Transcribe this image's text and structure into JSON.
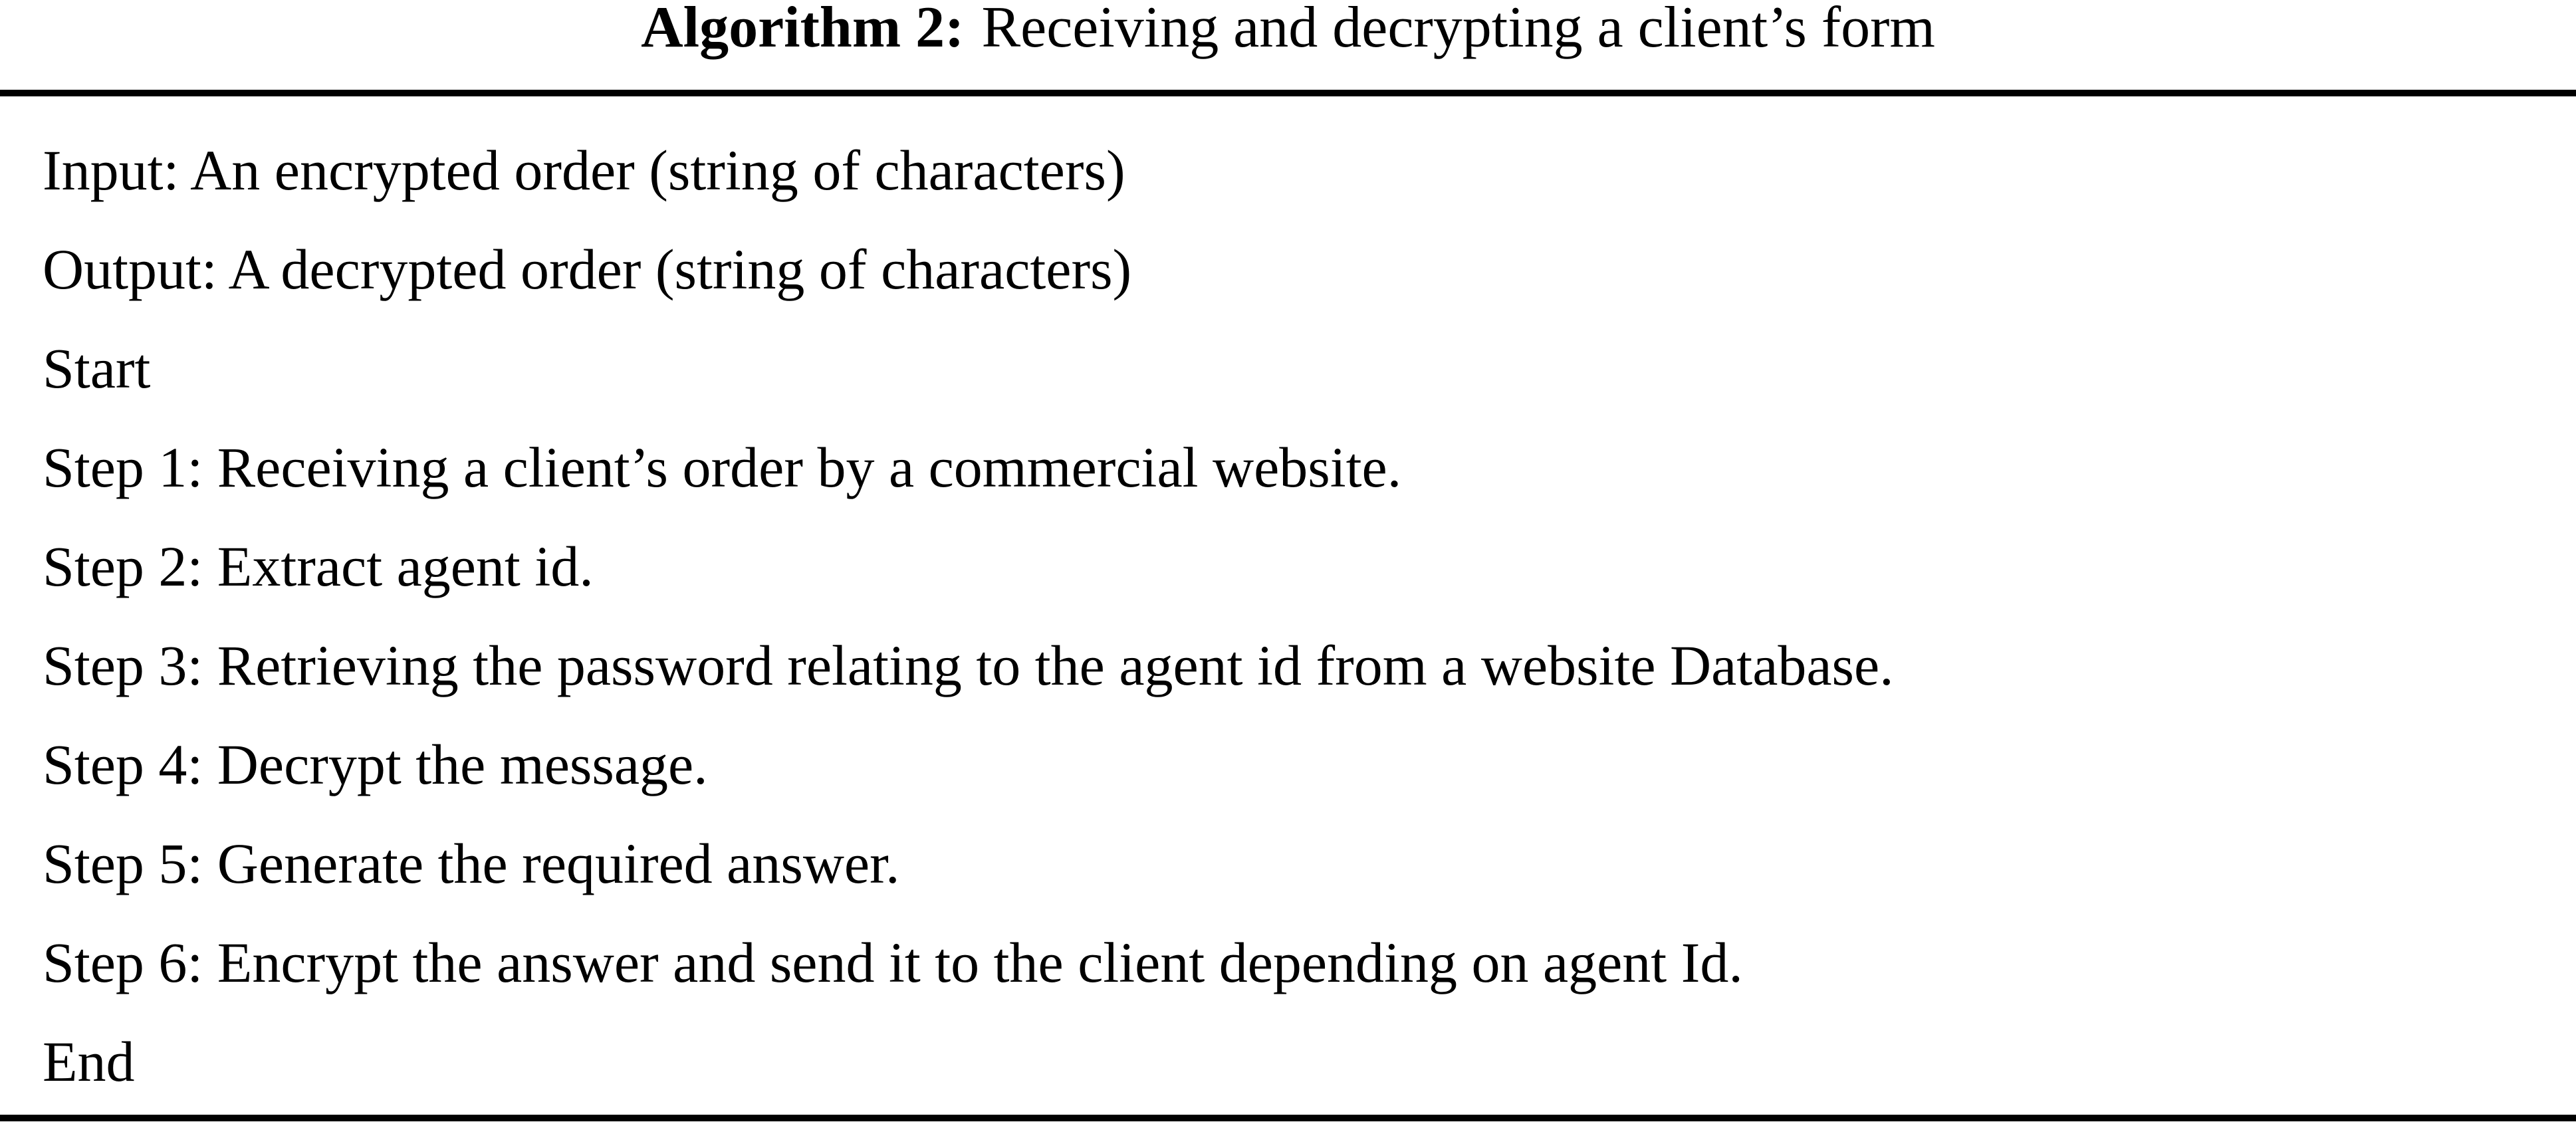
{
  "figure": {
    "type": "algorithm-pseudocode-box",
    "title": {
      "label": "Algorithm 2:",
      "text": "Receiving and decrypting a client’s form"
    },
    "lines": [
      "Input: An encrypted order (string of characters)",
      "Output: A decrypted order (string of characters)",
      "Start",
      "Step 1: Receiving a client’s order by a commercial website.",
      "Step 2: Extract agent id.",
      "Step 3: Retrieving the password relating to the agent id from a website Database.",
      "Step 4: Decrypt the message.",
      "Step 5: Generate the required answer.",
      "Step 6: Encrypt the answer and send it to the client depending on agent Id.",
      "End"
    ],
    "colors": {
      "text": "#000000",
      "background": "#ffffff",
      "rule": "#000000"
    }
  }
}
